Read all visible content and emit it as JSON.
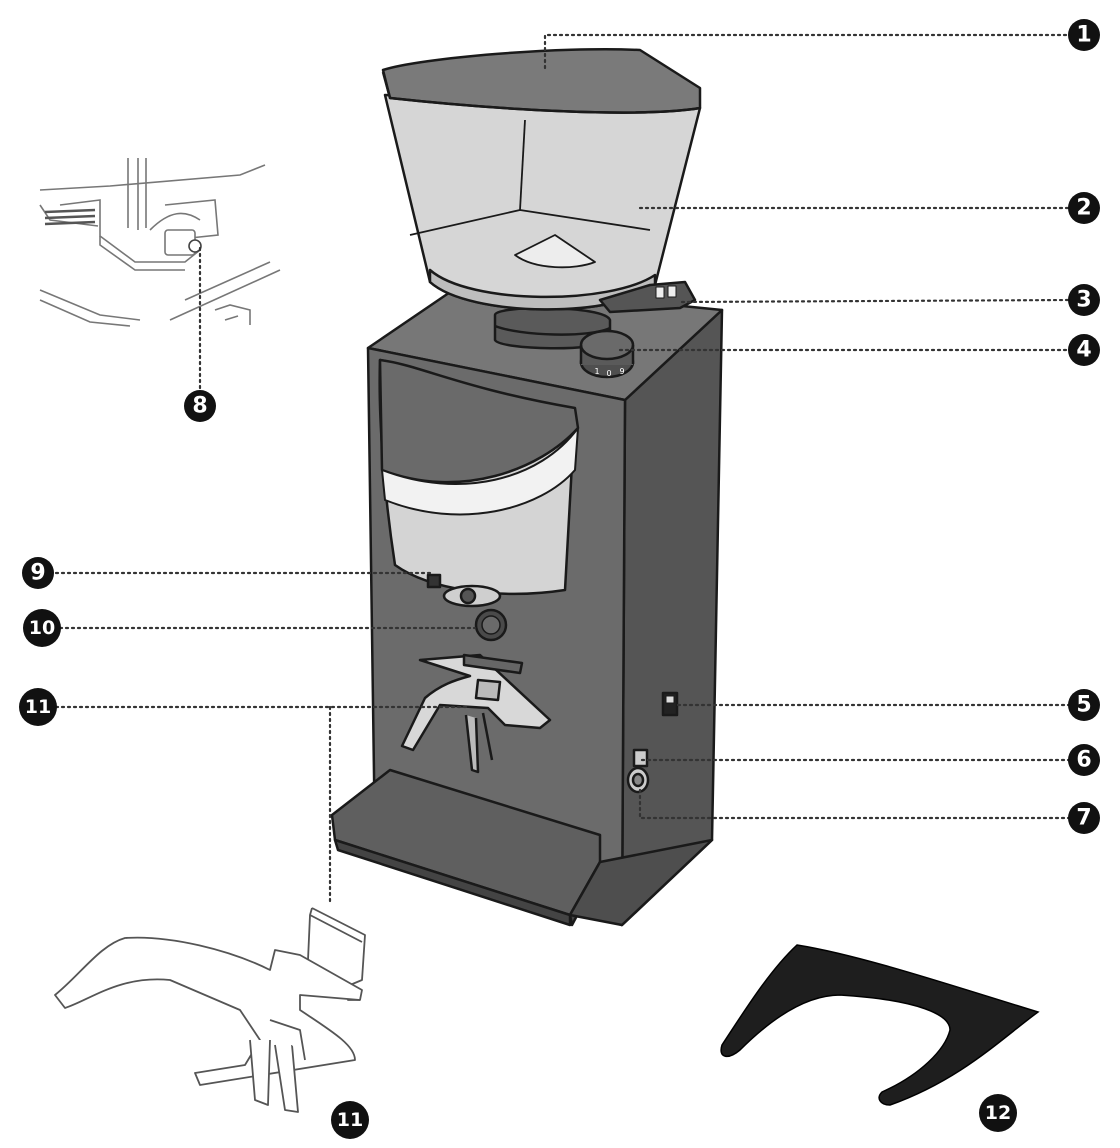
{
  "callouts": [
    {
      "id": "1",
      "label": "1"
    },
    {
      "id": "2",
      "label": "2"
    },
    {
      "id": "3",
      "label": "3"
    },
    {
      "id": "4",
      "label": "4"
    },
    {
      "id": "5",
      "label": "5"
    },
    {
      "id": "6",
      "label": "6"
    },
    {
      "id": "7",
      "label": "7"
    },
    {
      "id": "8",
      "label": "8"
    },
    {
      "id": "9",
      "label": "9"
    },
    {
      "id": "10",
      "label": "10"
    },
    {
      "id": "11",
      "label": "11"
    },
    {
      "id": "11b",
      "label": "11"
    },
    {
      "id": "12",
      "label": "12"
    }
  ],
  "knob_scale": [
    "1",
    "0",
    "9"
  ],
  "colors": {
    "body": "#6b6b6b",
    "body_dark": "#555555",
    "hopper_lid": "#7a7a7a",
    "hopper_glass": "#d6d6d6",
    "line": "#1a1a1a",
    "badge": "#111111",
    "mat": "#1e1e1e"
  }
}
